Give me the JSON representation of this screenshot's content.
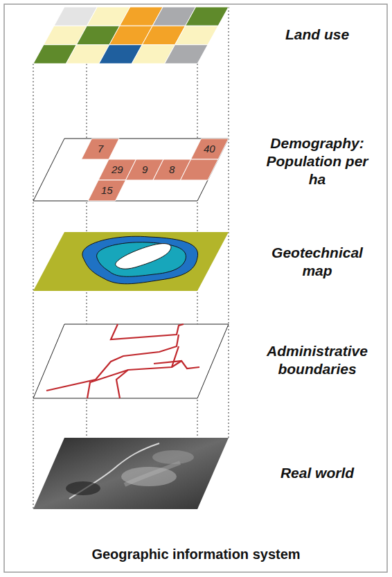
{
  "diagram": {
    "title": "Geographic information system",
    "labels": [
      "Land use",
      "Demography: Population per ha",
      "Geotechnical map",
      "Administrative boundaries",
      "Real world",
      "7",
      "40",
      "29",
      "9",
      "8",
      "15"
    ]
  }
}
